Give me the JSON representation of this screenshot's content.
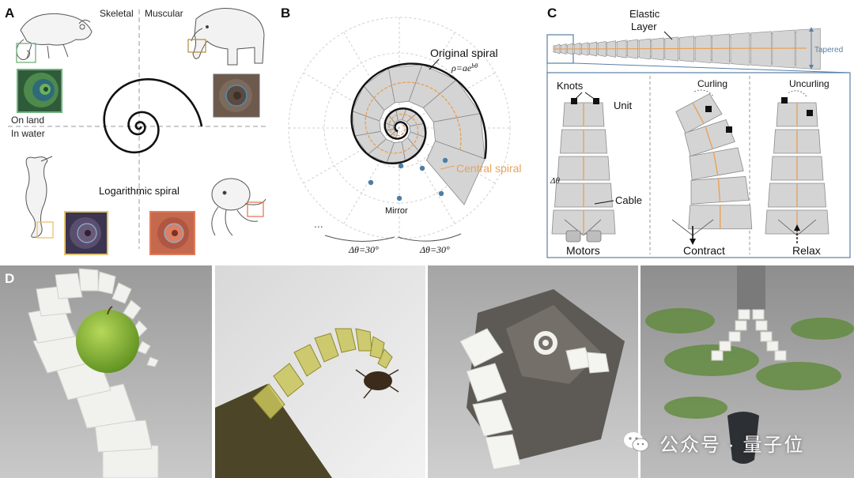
{
  "panels": {
    "A": {
      "letter": "A",
      "skeletal": "Skeletal",
      "muscular": "Muscular",
      "on_land": "On land",
      "in_water": "In water",
      "caption": "Logarithmic spiral"
    },
    "B": {
      "letter": "B",
      "original_spiral": "Original spiral",
      "formula_base": "ρ=ae",
      "formula_exp": "bθ",
      "central_spiral": "Central spiral",
      "mirror": "Mirror",
      "ellipsis": "...",
      "delta_left": "Δθ=30°",
      "delta_right": "Δθ=30°"
    },
    "C": {
      "letter": "C",
      "elastic": "Elastic",
      "layer": "Layer",
      "tapered": "Tapered",
      "knots": "Knots",
      "unit": "Unit",
      "delta_theta": "Δθ",
      "cable": "Cable",
      "curling": "Curling",
      "uncurling": "Uncurling",
      "motors": "Motors",
      "contract": "Contract",
      "relax": "Relax"
    },
    "D": {
      "letter": "D"
    }
  },
  "watermark": {
    "text": "公众号 · 量子位",
    "icon": "wechat-icon"
  },
  "colors": {
    "orange": "#e8a25a",
    "blue_frame": "#5b7fa6",
    "unit_fill": "#d4d4d4",
    "unit_stroke": "#8a8a8a",
    "node_blue": "#4f7da3"
  }
}
